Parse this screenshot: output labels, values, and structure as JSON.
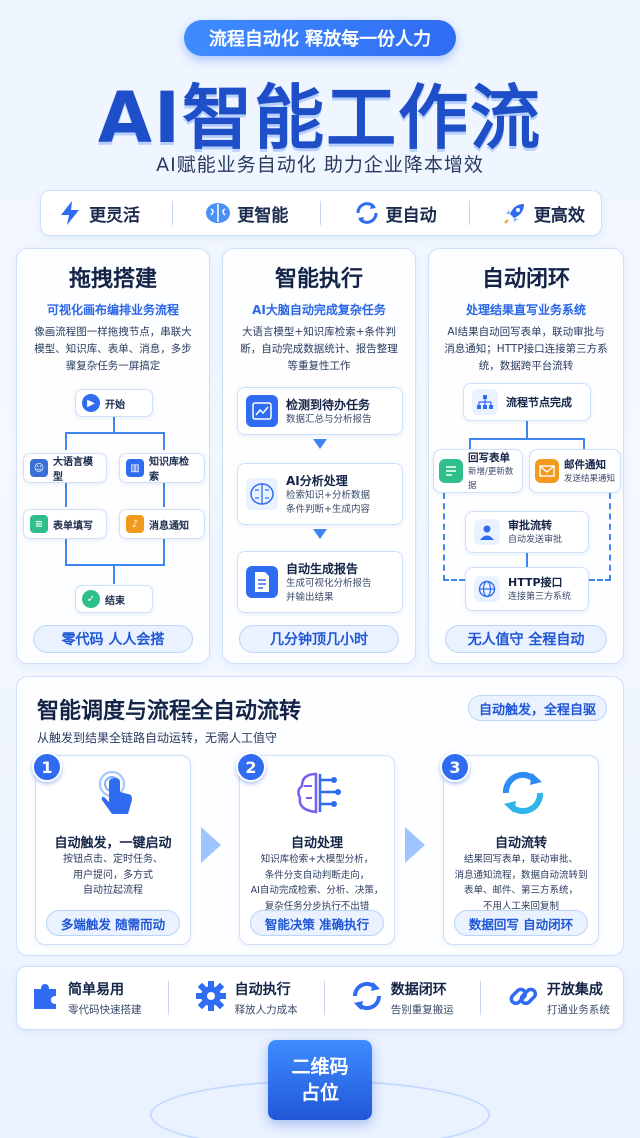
{
  "header": {
    "pill": "流程自动化 释放每一份人力",
    "title": "AI智能工作流",
    "subtitle": "AI赋能业务自动化 助力企业降本增效"
  },
  "features": [
    {
      "label": "更灵活",
      "icon": "lightning-icon"
    },
    {
      "label": "更智能",
      "icon": "brain-icon"
    },
    {
      "label": "更自动",
      "icon": "sync-icon"
    },
    {
      "label": "更高效",
      "icon": "rocket-icon"
    }
  ],
  "columns": [
    {
      "title": "拖拽搭建",
      "subtitle": "可视化画布编排业务流程",
      "desc": "像画流程图一样拖拽节点，串联大模型、知识库、表单、消息，多步骤复杂任务一屏搞定",
      "footer": "零代码 人人会搭",
      "nodes": {
        "start": "开始",
        "llm": "大语言模型",
        "kb": "知识库检索",
        "form": "表单填写",
        "notify": "消息通知",
        "end": "结束"
      }
    },
    {
      "title": "智能执行",
      "subtitle": "AI大脑自动完成复杂任务",
      "desc": "大语言模型+知识库检索+条件判断，自动完成数据统计、报告整理等重复性工作",
      "footer": "几分钟顶几小时",
      "cards": [
        {
          "title": "检测到待办任务",
          "text": "数据汇总与分析报告"
        },
        {
          "title": "AI分析处理",
          "text": "检索知识+分析数据\n条件判断+生成内容"
        },
        {
          "title": "自动生成报告",
          "text": "生成可视化分析报告\n并输出结果"
        }
      ]
    },
    {
      "title": "自动闭环",
      "subtitle": "处理结果直写业务系统",
      "desc": "AI结果自动回写表单，联动审批与消息通知；HTTP接口连接第三方系统，数据跨平台流转",
      "footer": "无人值守 全程自动",
      "nodes": [
        {
          "title": "流程节点完成",
          "text": ""
        },
        {
          "title": "回写表单",
          "text": "新增/更新数据"
        },
        {
          "title": "邮件通知",
          "text": "发送结果通知"
        },
        {
          "title": "审批流转",
          "text": "自动发送审批"
        },
        {
          "title": "HTTP接口",
          "text": "连接第三方系统"
        }
      ]
    }
  ],
  "section2": {
    "title": "智能调度与流程全自动流转",
    "tag": "自动触发，全程自驱",
    "lead": "从触发到结果全链路自动运转，无需人工值守",
    "steps": [
      {
        "num": "1",
        "title": "自动触发，一键启动",
        "desc": "按钮点击、定时任务、\n用户提问，多方式\n自动拉起流程",
        "footer": "多端触发 随需而动"
      },
      {
        "num": "2",
        "title": "自动处理",
        "desc": "知识库检索+大模型分析，\n条件分支自动判断走向，\nAI自动完成检索、分析、决策，\n复杂任务分步执行不出错",
        "footer": "智能决策 准确执行"
      },
      {
        "num": "3",
        "title": "自动流转",
        "desc": "结果回写表单，联动审批、\n消息通知流程，数据自动流转到\n表单、邮件、第三方系统，\n不用人工来回复制",
        "footer": "数据回写 自动闭环"
      }
    ]
  },
  "bottom": [
    {
      "title": "简单易用",
      "text": "零代码快速搭建",
      "icon": "puzzle-icon"
    },
    {
      "title": "自动执行",
      "text": "释放人力成本",
      "icon": "gear-icon"
    },
    {
      "title": "数据闭环",
      "text": "告别重复搬运",
      "icon": "sync-icon"
    },
    {
      "title": "开放集成",
      "text": "打通业务系统",
      "icon": "link-icon"
    }
  ],
  "qr": "二维码\n占位",
  "colors": {
    "primary": "#2f6cf2",
    "title": "#1e4fc8",
    "accent_orange": "#f39a1e",
    "accent_green": "#2fbf8a"
  }
}
